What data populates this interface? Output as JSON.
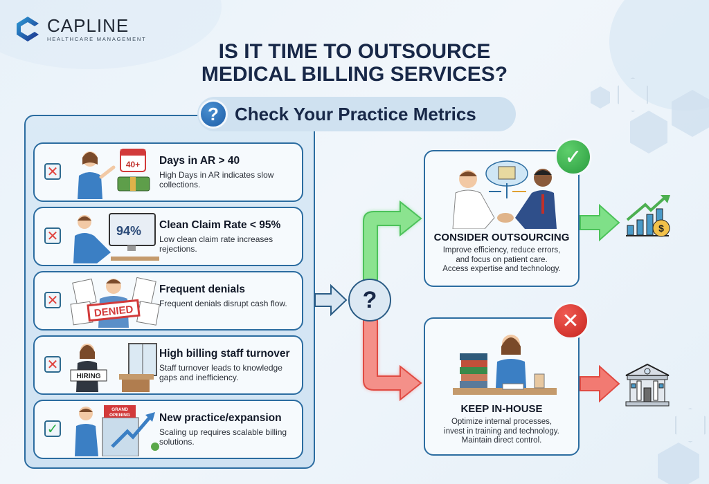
{
  "brand": {
    "name": "CAPLINE",
    "tagline": "HEALTHCARE MANAGEMENT"
  },
  "title": {
    "line1": "IS IT TIME TO OUTSOURCE",
    "line2": "MEDICAL BILLING SERVICES?"
  },
  "metrics": {
    "header_icon": "?",
    "header": "Check Your Practice Metrics",
    "items": [
      {
        "status": "x",
        "icon": "cross-icon",
        "title": "Days in AR > 40",
        "desc": "High Days in AR indicates slow collections.",
        "illustration": "nurse-calendar-money",
        "illustration_text": "40+"
      },
      {
        "status": "x",
        "icon": "cross-icon",
        "title": "Clean Claim Rate < 95%",
        "desc": "Low clean claim rate increases rejections.",
        "illustration": "computer-claim-rate",
        "illustration_text": "94%"
      },
      {
        "status": "x",
        "icon": "cross-icon",
        "title": "Frequent denials",
        "desc": "Frequent denials disrupt cash flow.",
        "illustration": "stressed-denied-papers",
        "illustration_text": "DENIED"
      },
      {
        "status": "x",
        "icon": "cross-icon",
        "title": "High billing staff turnover",
        "desc": "Staff turnover leads to knowledge gaps and inefficiency.",
        "illustration": "hiring-revolving-door",
        "illustration_text": "HIRING"
      },
      {
        "status": "check",
        "icon": "check-icon",
        "title": "New practice/expansion",
        "desc": "Scaling up requires scalable billing solutions.",
        "illustration": "grand-opening-growth",
        "illustration_text": "GRAND OPENING"
      }
    ]
  },
  "decision": {
    "symbol": "?"
  },
  "outcomes": {
    "outsource": {
      "badge": "✓",
      "title": "CONSIDER OUTSOURCING",
      "desc_lines": [
        "Improve efficiency, reduce errors,",
        "and focus on patient care.",
        "Access expertise and technology."
      ],
      "result_icon": "growth-chart-dollar-icon"
    },
    "inhouse": {
      "badge": "✕",
      "title": "KEEP IN-HOUSE",
      "desc_lines": [
        "Optimize internal processes,",
        "invest in training and technology.",
        "Maintain direct control."
      ],
      "result_icon": "bank-building-icon"
    }
  },
  "colors": {
    "navy": "#182848",
    "frame_blue": "#2b6ca0",
    "green": "#2fae4a",
    "red": "#e0443e"
  }
}
